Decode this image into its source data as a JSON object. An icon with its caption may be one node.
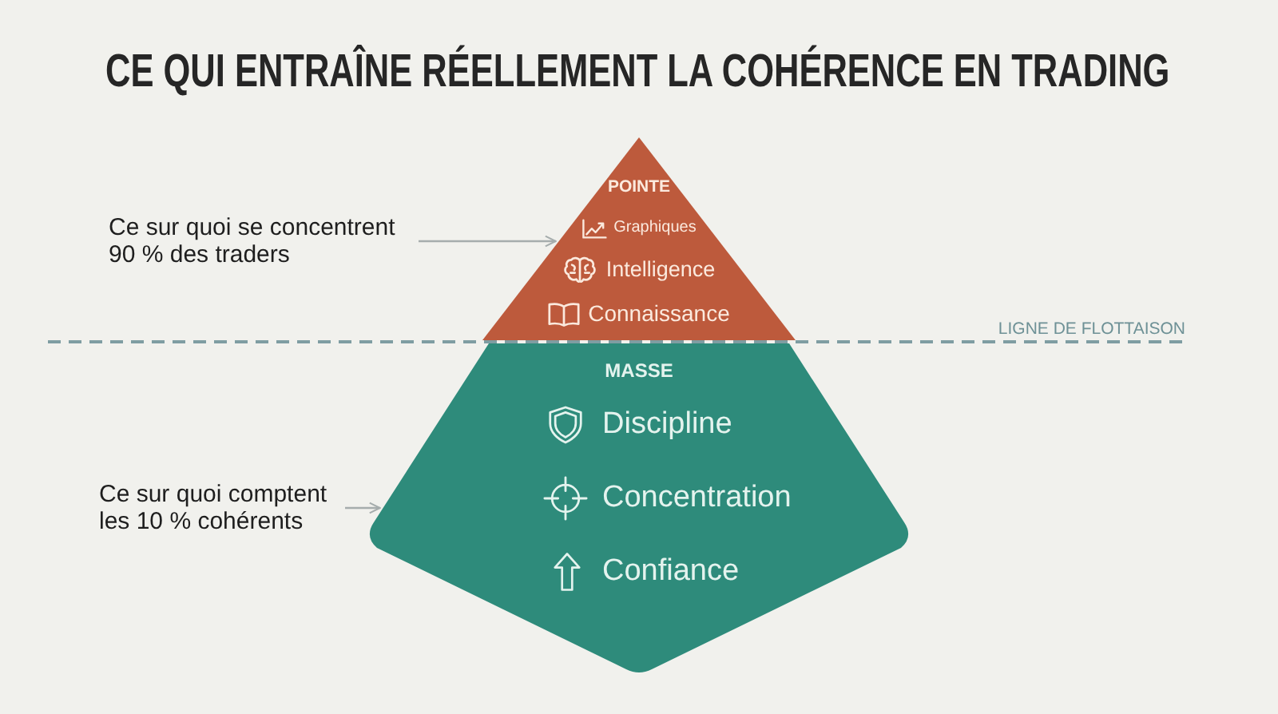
{
  "diagram": {
    "title": "CE QUI ENTRAÎNE RÉELLEMENT LA COHÉRENCE EN TRADING",
    "nodes": [
      {
        "text": [
          "POINTE",
          "Graphiques",
          "Intelligence",
          "Connaissance"
        ]
      },
      {
        "text": [
          "Ce sur quoi se concentrent 90 % des traders"
        ]
      },
      {
        "text": [
          "MASSE",
          "Discipline",
          "Concentration",
          "Confiance"
        ]
      },
      {
        "text": [
          "Ce sur quoi comptent les 10 % cohérents"
        ]
      }
    ],
    "edges": [
      {
        "from": 1,
        "to": 0,
        "arrow": "to"
      },
      {
        "from": 3,
        "to": 2,
        "arrow": "to"
      }
    ],
    "labels": [
      "LIGNE DE FLOTTAISON"
    ]
  }
}
